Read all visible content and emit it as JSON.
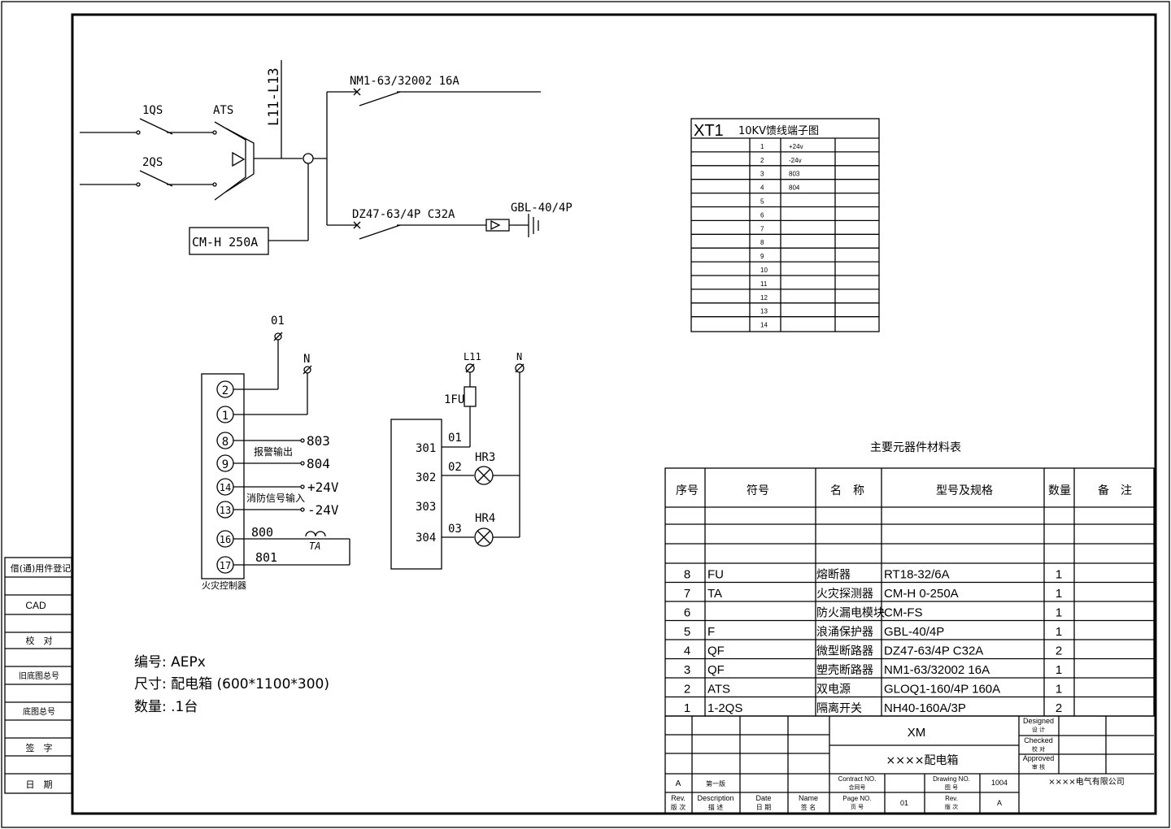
{
  "sidebar": {
    "labels": [
      "借(通)用件登记",
      "CAD",
      "校　对",
      "旧底图总号",
      "底图总号",
      "签　字",
      "日　期"
    ]
  },
  "schematic": {
    "bus_label": "L11-L13",
    "qs1": "1QS",
    "qs2": "2QS",
    "ats": "ATS",
    "breaker_top": "NM1-63/32002 16A",
    "breaker_bottom": "DZ47-63/4P C32A",
    "surge": "GBL-40/4P",
    "cm": "CM-H 250A"
  },
  "fire": {
    "o1": "01",
    "n": "N",
    "terminals": [
      "2",
      "1",
      "8",
      "9",
      "14",
      "13",
      "16",
      "17"
    ],
    "values": [
      "803",
      "804",
      "+24V",
      "-24V"
    ],
    "alarm_out": "报警输出",
    "fire_in": "消防信号输入",
    "t800": "800",
    "t801": "801",
    "ta": "TA",
    "controller": "火灾控制器"
  },
  "lamp": {
    "l11": "L11",
    "n": "N",
    "fu": "1FU",
    "terms": [
      "301",
      "302",
      "303",
      "304"
    ],
    "wires": [
      "01",
      "02",
      "03"
    ],
    "hr3": "HR3",
    "hr4": "HR4"
  },
  "info": {
    "line1": "编号: AEPx",
    "line2": "尺寸: 配电箱 (600*1100*300)",
    "line3": "数量: .1台"
  },
  "xt1": {
    "title_code": "XT1",
    "title_text": "10KV馈线端子图",
    "rows": [
      {
        "n": "1",
        "v": "+24v"
      },
      {
        "n": "2",
        "v": "-24v"
      },
      {
        "n": "3",
        "v": "803"
      },
      {
        "n": "4",
        "v": "804"
      },
      {
        "n": "5",
        "v": ""
      },
      {
        "n": "6",
        "v": ""
      },
      {
        "n": "7",
        "v": ""
      },
      {
        "n": "8",
        "v": ""
      },
      {
        "n": "9",
        "v": ""
      },
      {
        "n": "10",
        "v": ""
      },
      {
        "n": "11",
        "v": ""
      },
      {
        "n": "12",
        "v": ""
      },
      {
        "n": "13",
        "v": ""
      },
      {
        "n": "14",
        "v": ""
      }
    ]
  },
  "bom": {
    "title": "主要元器件材料表",
    "headers": [
      "序号",
      "符号",
      "名　称",
      "型号及规格",
      "数量",
      "备　注"
    ],
    "rows": [
      {
        "no": "8",
        "sym": "FU",
        "name": "熔断器",
        "spec": "RT18-32/6A",
        "qty": "1"
      },
      {
        "no": "7",
        "sym": "TA",
        "name": "火灾探测器",
        "spec": "CM-H 0-250A",
        "qty": "1"
      },
      {
        "no": "6",
        "sym": "",
        "name": "防火漏电模块",
        "spec": "CM-FS",
        "qty": "1"
      },
      {
        "no": "5",
        "sym": "F",
        "name": "浪涌保护器",
        "spec": "GBL-40/4P",
        "qty": "1"
      },
      {
        "no": "4",
        "sym": "QF",
        "name": "微型断路器",
        "spec": "DZ47-63/4P C32A",
        "qty": "2"
      },
      {
        "no": "3",
        "sym": "QF",
        "name": "塑壳断路器",
        "spec": "NM1-63/32002 16A",
        "qty": "1"
      },
      {
        "no": "2",
        "sym": "ATS",
        "name": "双电源",
        "spec": "GLOQ1-160/4P 160A",
        "qty": "1"
      },
      {
        "no": "1",
        "sym": "1-2QS",
        "name": "隔离开关",
        "spec": "NH40-160A/3P",
        "qty": "2"
      }
    ]
  },
  "titleblock": {
    "project": "XM",
    "drawing_name": "××××配电箱",
    "designed": "Designed",
    "designed_cn": "设 计",
    "checked": "Checked",
    "checked_cn": "校 对",
    "approved": "Approved",
    "approved_cn": "审 核",
    "rev_a": "A",
    "first_issue": "第一版",
    "rev": "Rev.",
    "rev_cn": "版 次",
    "description": "Description",
    "description_cn": "描 述",
    "date": "Date",
    "date_cn": "日 期",
    "name": "Name",
    "name_cn": "签 名",
    "contract": "Contract NO.",
    "contract_cn": "合同号",
    "page": "Page NO.",
    "page_cn": "页 号",
    "page_val": "01",
    "drawing_no": "Drawing NO.",
    "drawing_no_cn": "图 号",
    "drawing_no_val": "1004",
    "rev2": "Rev.",
    "rev2_cn": "版 次",
    "rev2_val": "A",
    "company": "××××电气有限公司"
  }
}
